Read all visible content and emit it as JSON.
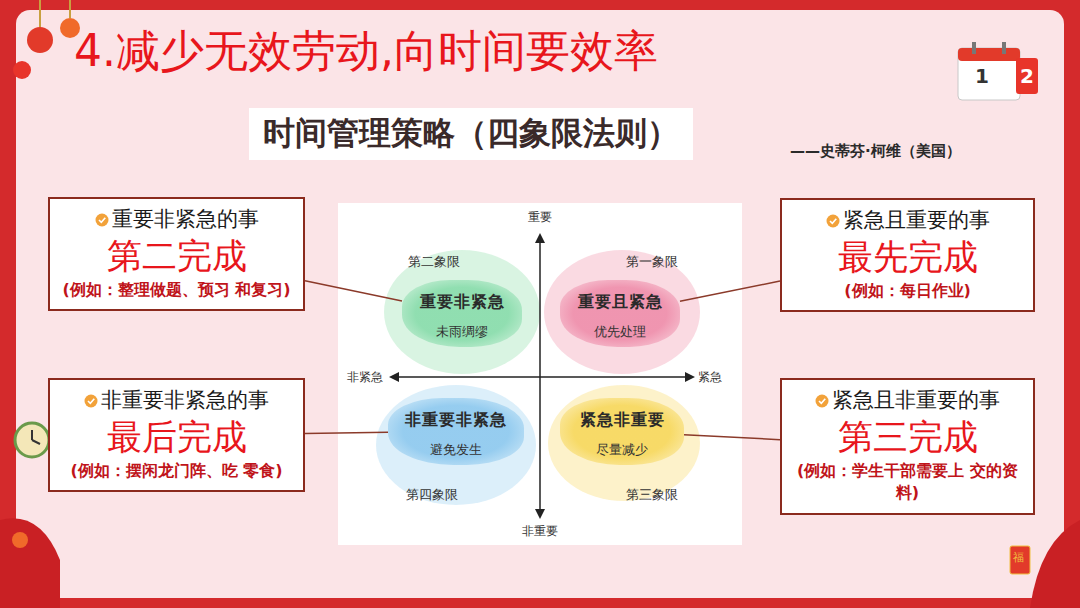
{
  "diagram": {
    "title": "4.减少无效劳动,向时间要效率",
    "nodes": [
      {
        "text": [
          "时间管理策略（四象限法则）"
        ]
      },
      {
        "text": [
          "重要非紧急的事",
          "第二完成",
          "(例如：整理做题、预习 和复习)"
        ]
      },
      {
        "text": [
          "重要非紧急",
          "未雨绸缪"
        ]
      },
      {
        "text": [
          "重要且紧急",
          "优先处理"
        ]
      },
      {
        "text": [
          "紧急且重要的事",
          "最先完成",
          "(例如：每日作业)"
        ]
      },
      {
        "text": [
          "非重要非紧急的事",
          "最后完成",
          "(例如：摆闲龙门阵、吃 零食)"
        ]
      },
      {
        "text": [
          "非重要非紧急",
          "避免发生"
        ]
      },
      {
        "text": [
          "紧急非重要",
          "尽量减少"
        ]
      },
      {
        "text": [
          "紧急且非重要的事",
          "第三完成",
          "(例如：学生干部需要上 交的资料)"
        ]
      }
    ],
    "edges": [
      {
        "from": 1,
        "to": 2,
        "arrow": "none"
      },
      {
        "from": 4,
        "to": 3,
        "arrow": "none"
      },
      {
        "from": 5,
        "to": 6,
        "arrow": "none"
      },
      {
        "from": 8,
        "to": 7,
        "arrow": "none"
      }
    ],
    "labels": [
      "——史蒂芬·柯维（美国）",
      "1",
      "2",
      "重要",
      "第二象限",
      "第一象限",
      "非紧急",
      "紧急",
      "第四象限",
      "第三象限",
      "非重要",
      "福"
    ]
  }
}
